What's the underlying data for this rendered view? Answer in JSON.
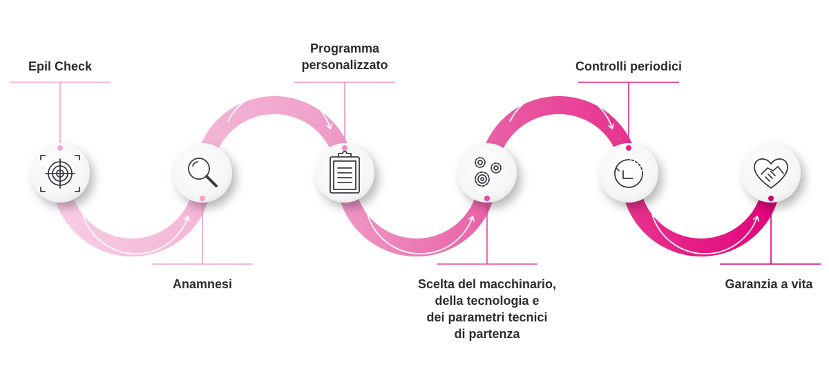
{
  "steps": [
    {
      "label": [
        "Epil Check"
      ],
      "icon": "target-icon",
      "color": "#f4a6cf"
    },
    {
      "label": [
        "Anamnesi"
      ],
      "icon": "magnifier-icon",
      "color": "#f0a0c9"
    },
    {
      "label": [
        "Programma",
        "personalizzato"
      ],
      "icon": "clipboard-icon",
      "color": "#ec8fc0"
    },
    {
      "label": [
        "Scelta del macchinario,",
        "della tecnologia e",
        "dei parametri tecnici",
        "di partenza"
      ],
      "icon": "gears-icon",
      "color": "#e7479c"
    },
    {
      "label": [
        "Controlli periodici"
      ],
      "icon": "clock-icon",
      "color": "#e0267f"
    },
    {
      "label": [
        "Garanzia a vita"
      ],
      "icon": "handshake-heart-icon",
      "color": "#d5006f"
    }
  ],
  "colors": {
    "wave_start": "#f8cde3",
    "wave_end": "#e3057a",
    "text": "#2b2b33",
    "icon_stroke": "#3a3a42"
  }
}
